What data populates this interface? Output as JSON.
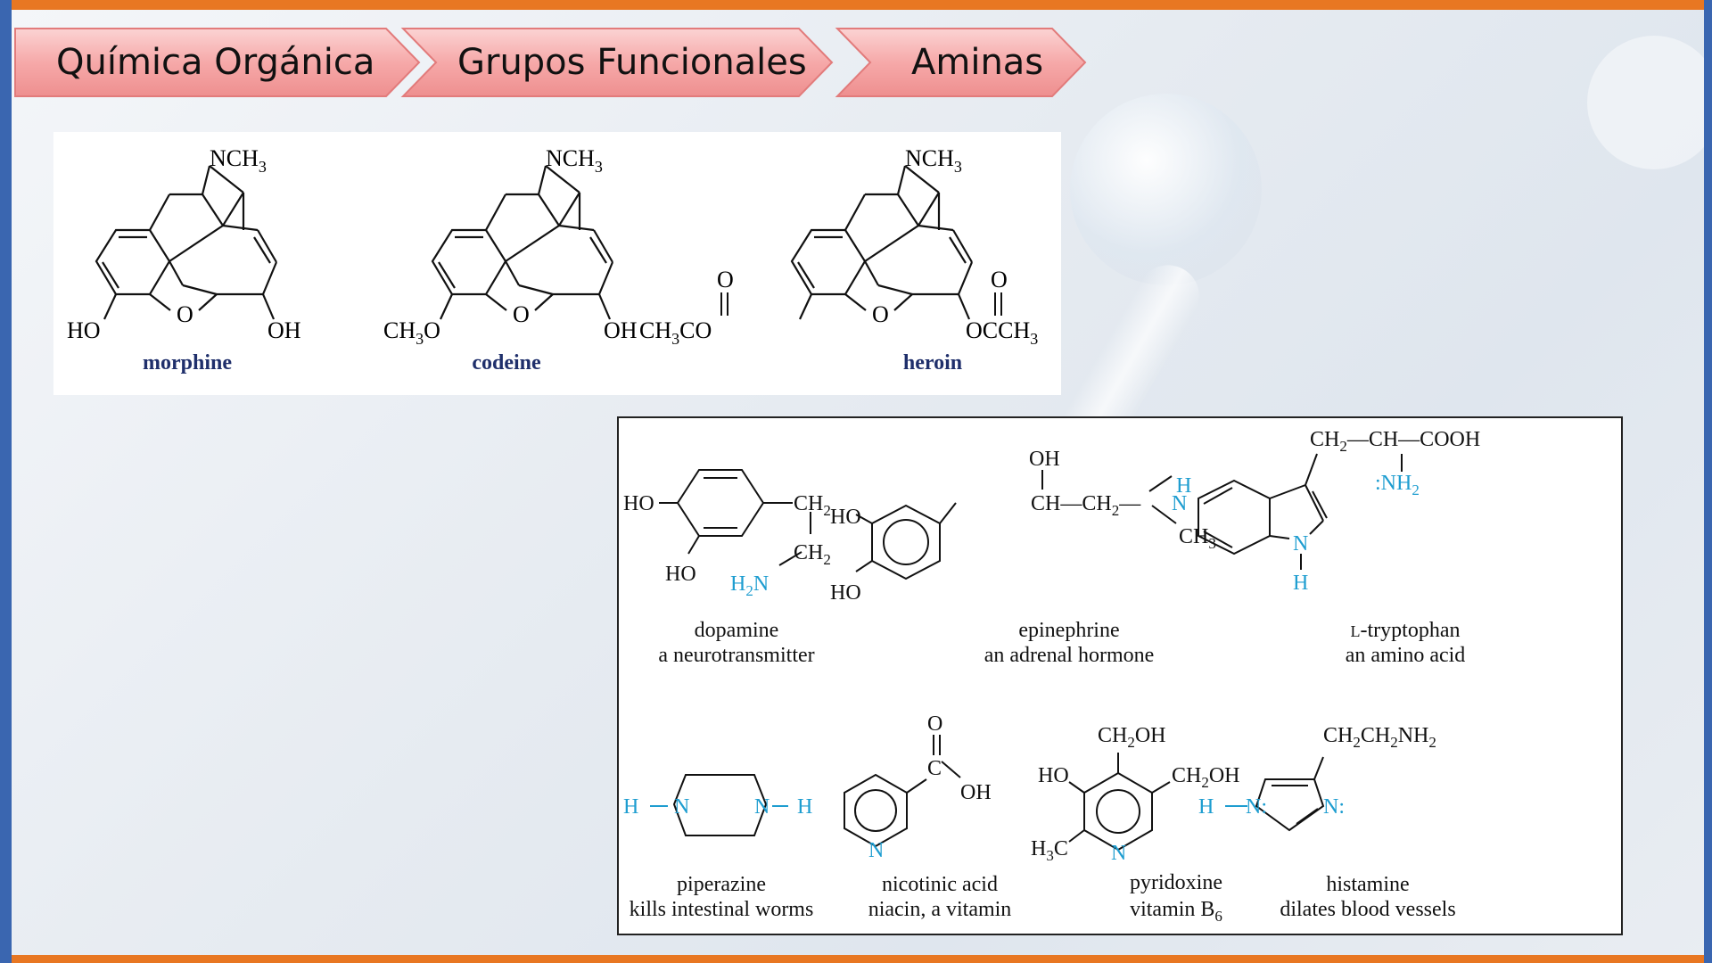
{
  "breadcrumb": {
    "items": [
      {
        "label": "Química Orgánica"
      },
      {
        "label": "Grupos Funcionales"
      },
      {
        "label": "Aminas"
      }
    ]
  },
  "opioids": {
    "nch3": "NCH",
    "sub3": "3",
    "ho": "HO",
    "oh": "OH",
    "o": "O",
    "ch3o_a": "CH",
    "ch3o_b": "O",
    "ch3co_a": "CH",
    "ch3co_b": "CO",
    "occh3_a": "OCCH",
    "morphine": "morphine",
    "codeine": "codeine",
    "heroin": "heroin"
  },
  "amines": {
    "dopamine": {
      "name": "dopamine",
      "desc": "a neurotransmitter",
      "ho1": "HO",
      "ho2": "HO",
      "ch2": "CH",
      "h2n": "H",
      "n": "N"
    },
    "epinephrine": {
      "name": "epinephrine",
      "desc": "an adrenal hormone",
      "oh": "OH",
      "ho1": "HO",
      "ho2": "HO",
      "chain": "CH—CH",
      "n": "N",
      "h": "H",
      "ch3": "CH"
    },
    "tryptophan": {
      "name_prefix": "L",
      "name": "-tryptophan",
      "desc": "an amino acid",
      "ch2": "CH",
      "ch": "—CH—COOH",
      "nh2": ":NH",
      "n": "N",
      "h": "H"
    },
    "piperazine": {
      "name": "piperazine",
      "desc": "kills intestinal worms",
      "h": "H",
      "n": "N"
    },
    "nicotinic": {
      "name": "nicotinic acid",
      "desc": "niacin, a vitamin",
      "o": "O",
      "c": "C",
      "oh": "OH",
      "n": "N"
    },
    "pyridoxine": {
      "name": "pyridoxine",
      "desc_a": "vitamin B",
      "desc_sub": "6",
      "ch2oh": "CH",
      "oh_suffix": "OH",
      "ho": "HO",
      "h3c_a": "H",
      "h3c_b": "C",
      "n": "N"
    },
    "histamine": {
      "name": "histamine",
      "desc": "dilates blood vessels",
      "chain_a": "CH",
      "chain_b": "CH",
      "chain_c": "NH",
      "h": "H",
      "n": "N:"
    }
  },
  "colors": {
    "amine": "#1e9dd0",
    "label": "#1f2f6b",
    "accent": "#e87722",
    "frame": "#3a66b0",
    "crumb": "#f3a3a3"
  }
}
